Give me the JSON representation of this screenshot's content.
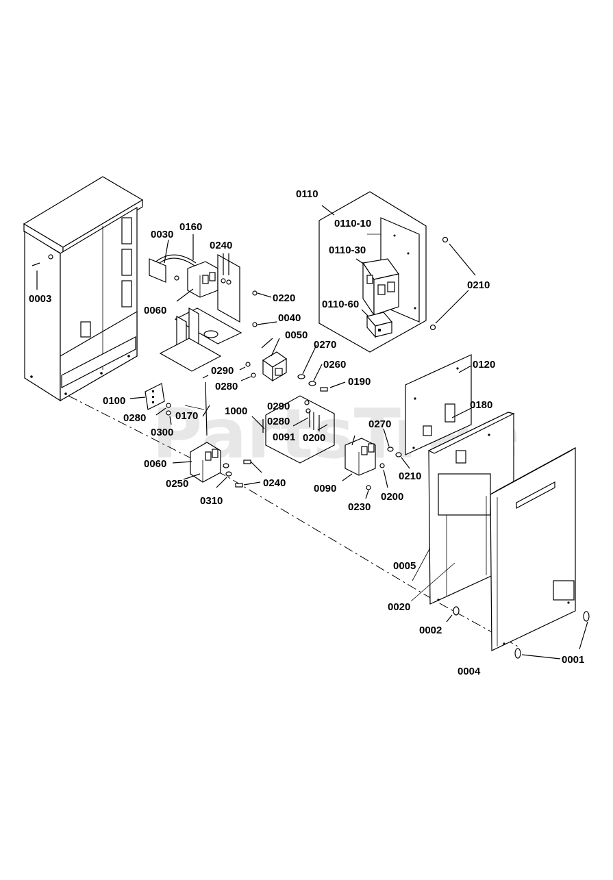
{
  "watermark": "PartsTree",
  "labels": [
    {
      "id": "0110",
      "text": "0110"
    },
    {
      "id": "0110-10",
      "text": "0110-10"
    },
    {
      "id": "0110-30",
      "text": "0110-30"
    },
    {
      "id": "0110-60",
      "text": "0110-60"
    },
    {
      "id": "0210a",
      "text": "0210"
    },
    {
      "id": "0003",
      "text": "0003"
    },
    {
      "id": "0030",
      "text": "0030"
    },
    {
      "id": "0160",
      "text": "0160"
    },
    {
      "id": "0240a",
      "text": "0240"
    },
    {
      "id": "0220",
      "text": "0220"
    },
    {
      "id": "0060a",
      "text": "0060"
    },
    {
      "id": "0040",
      "text": "0040"
    },
    {
      "id": "0050",
      "text": "0050"
    },
    {
      "id": "0270a",
      "text": "0270"
    },
    {
      "id": "0260",
      "text": "0260"
    },
    {
      "id": "0190",
      "text": "0190"
    },
    {
      "id": "0290a",
      "text": "0290"
    },
    {
      "id": "0280a",
      "text": "0280"
    },
    {
      "id": "0120",
      "text": "0120"
    },
    {
      "id": "0180",
      "text": "0180"
    },
    {
      "id": "0100",
      "text": "0100"
    },
    {
      "id": "0280b",
      "text": "0280"
    },
    {
      "id": "0300",
      "text": "0300"
    },
    {
      "id": "0170",
      "text": "0170"
    },
    {
      "id": "1000",
      "text": "1000"
    },
    {
      "id": "0290b",
      "text": "0290"
    },
    {
      "id": "0280c",
      "text": "0280"
    },
    {
      "id": "0091",
      "text": "0091"
    },
    {
      "id": "0200a",
      "text": "0200"
    },
    {
      "id": "0270b",
      "text": "0270"
    },
    {
      "id": "0210b",
      "text": "0210"
    },
    {
      "id": "0060b",
      "text": "0060"
    },
    {
      "id": "0250",
      "text": "0250"
    },
    {
      "id": "0240b",
      "text": "0240"
    },
    {
      "id": "0310",
      "text": "0310"
    },
    {
      "id": "0090",
      "text": "0090"
    },
    {
      "id": "0200b",
      "text": "0200"
    },
    {
      "id": "0230",
      "text": "0230"
    },
    {
      "id": "0005",
      "text": "0005"
    },
    {
      "id": "0020",
      "text": "0020"
    },
    {
      "id": "0002",
      "text": "0002"
    },
    {
      "id": "0004",
      "text": "0004"
    },
    {
      "id": "0001",
      "text": "0001"
    }
  ]
}
